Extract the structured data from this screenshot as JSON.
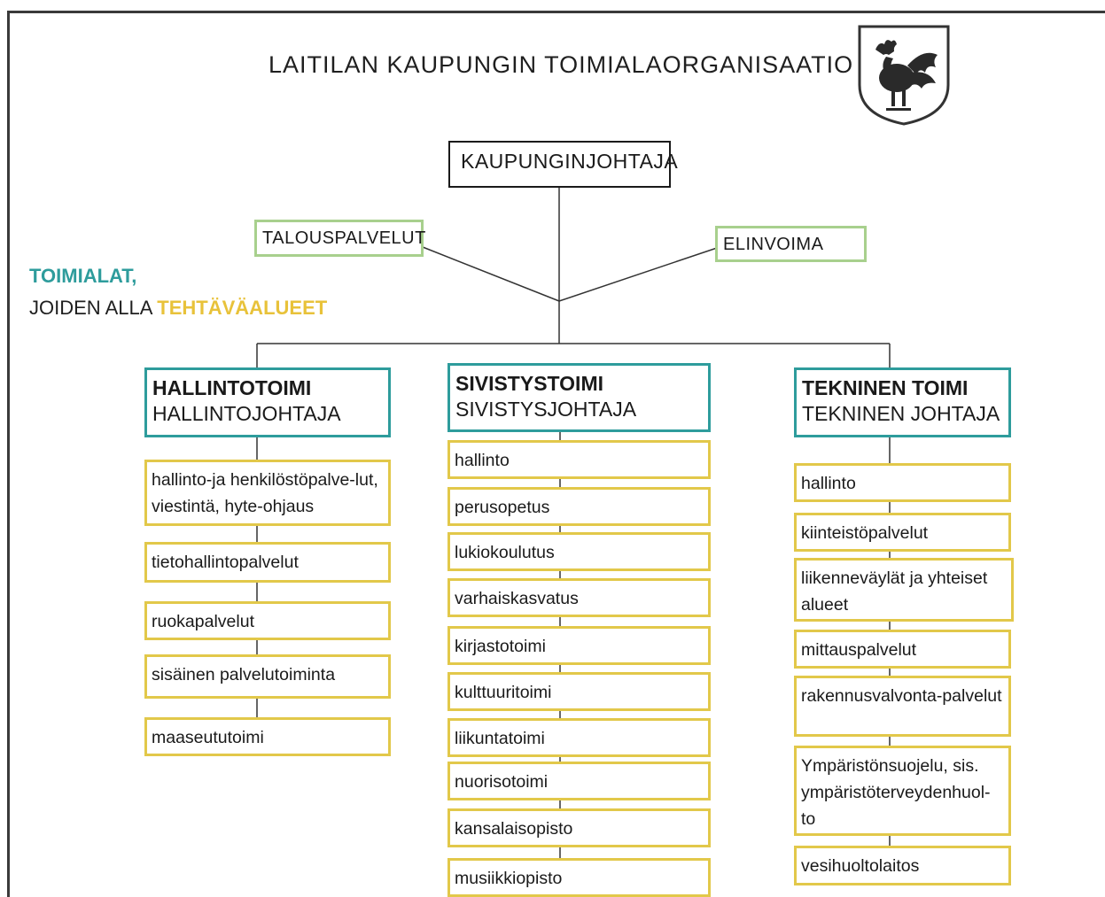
{
  "title": "LAITILAN KAUPUNGIN TOIMIALAORGANISAATIO",
  "ceo": "KAUPUNGINJOHTAJA",
  "staff_left": "TALOUSPALVELUT",
  "staff_right": "ELINVOIMA",
  "legend": {
    "line1": "TOIMIALAT,",
    "line2_prefix": "JOIDEN ALLA ",
    "line2_highlight": "TEHTÄVÄALUEET"
  },
  "colors": {
    "teal": "#2e9c9c",
    "yellow": "#e2c84a",
    "green": "#a8d08d",
    "line": "#333333"
  },
  "crest_icon": "rooster-coat-of-arms-icon",
  "divisions": [
    {
      "name": "HALLINTOTOIMI",
      "head": "HALLINTOJOHTAJA",
      "units": [
        "hallinto-ja henkilöstöpalve-lut, viestintä, hyte-ohjaus",
        "tietohallintopalvelut",
        "ruokapalvelut",
        "sisäinen palvelutoiminta",
        "maaseututoimi"
      ]
    },
    {
      "name": "SIVISTYSTOIMI",
      "head": "SIVISTYSJOHTAJA",
      "units": [
        "hallinto",
        "perusopetus",
        "lukiokoulutus",
        "varhaiskasvatus",
        "kirjastotoimi",
        "kulttuuritoimi",
        "liikuntatoimi",
        "nuorisotoimi",
        "kansalaisopisto",
        "musiikkiopisto"
      ]
    },
    {
      "name": "TEKNINEN TOIMI",
      "head": "TEKNINEN JOHTAJA",
      "units": [
        "hallinto",
        "kiinteistöpalvelut",
        "liikenneväylät ja yhteiset alueet",
        "mittauspalvelut",
        "rakennusvalvonta-palvelut",
        "Ympäristönsuojelu, sis. ympäristöterveydenhuol-to",
        "vesihuoltolaitos"
      ]
    }
  ]
}
